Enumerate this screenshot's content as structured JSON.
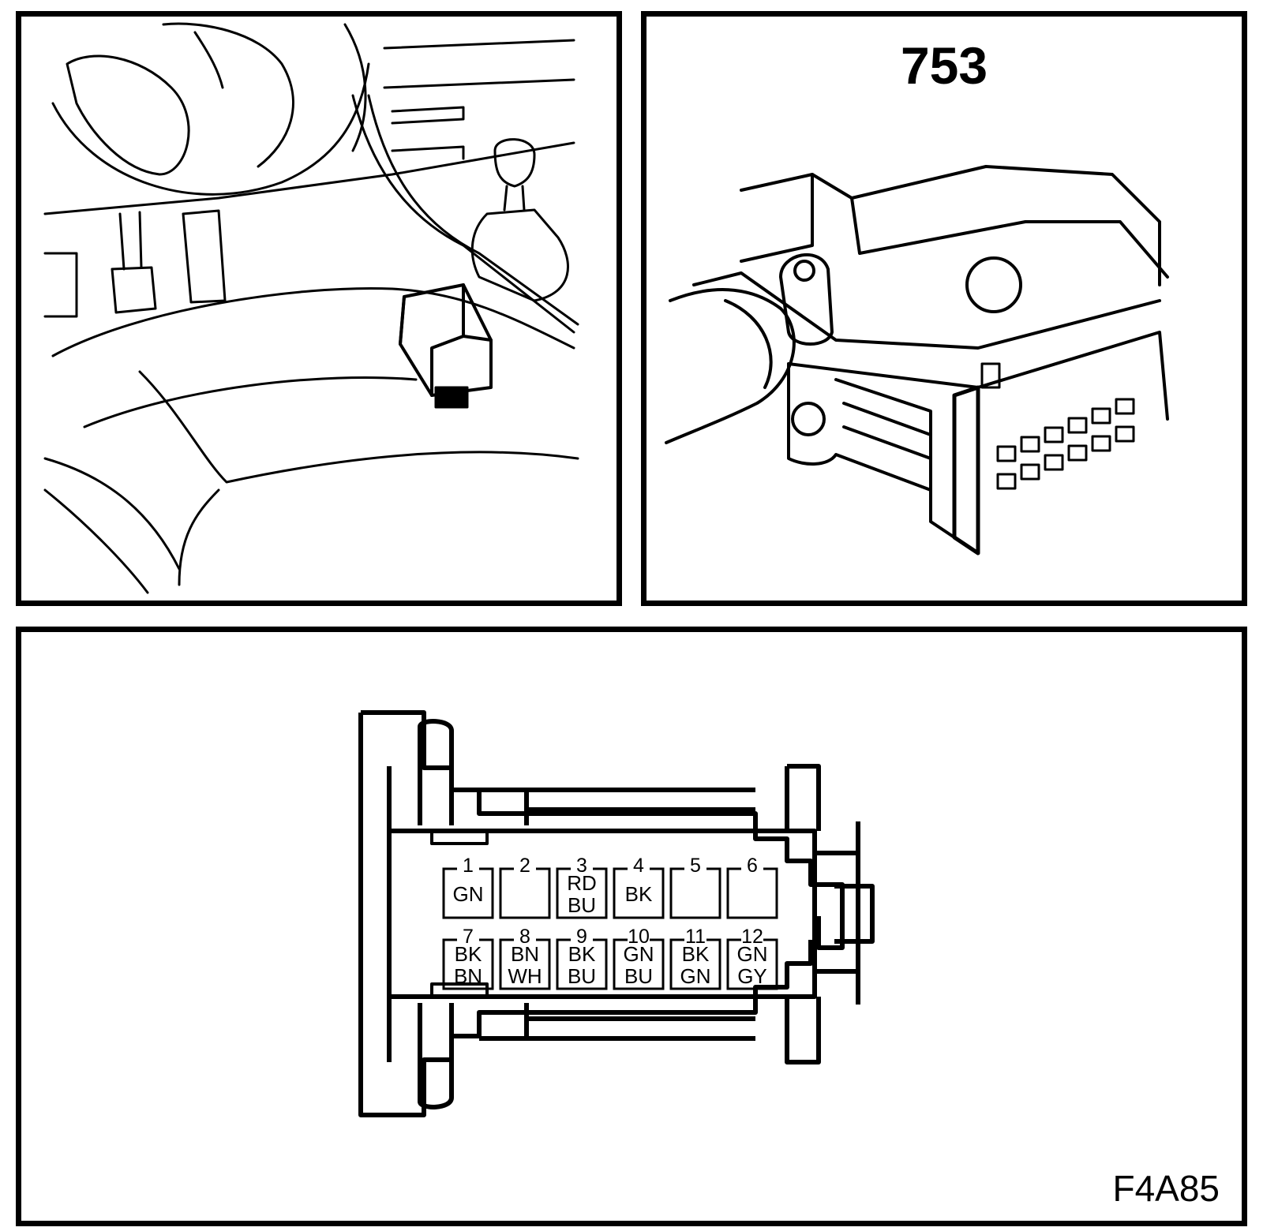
{
  "connector_number": "753",
  "figure_code": "F4A85",
  "pins": [
    {
      "number": "1",
      "colors": [
        "GN"
      ]
    },
    {
      "number": "2",
      "colors": []
    },
    {
      "number": "3",
      "colors": [
        "RD",
        "BU"
      ]
    },
    {
      "number": "4",
      "colors": [
        "BK"
      ]
    },
    {
      "number": "5",
      "colors": []
    },
    {
      "number": "6",
      "colors": []
    },
    {
      "number": "7",
      "colors": [
        "BK",
        "BN"
      ]
    },
    {
      "number": "8",
      "colors": [
        "BN",
        "WH"
      ]
    },
    {
      "number": "9",
      "colors": [
        "BK",
        "BU"
      ]
    },
    {
      "number": "10",
      "colors": [
        "GN",
        "BU"
      ]
    },
    {
      "number": "11",
      "colors": [
        "BK",
        "GN"
      ]
    },
    {
      "number": "12",
      "colors": [
        "GN",
        "GY"
      ]
    }
  ]
}
